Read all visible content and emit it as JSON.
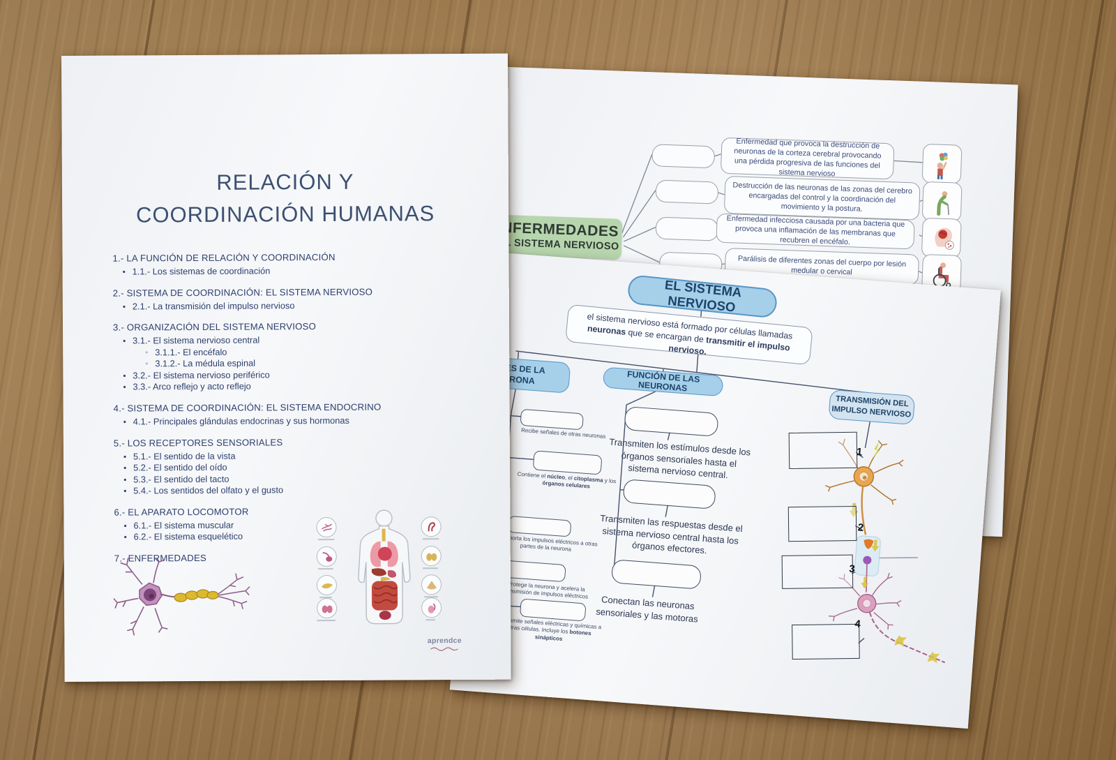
{
  "left_page": {
    "title_line1": "RELACIÓN Y",
    "title_line2": "COORDINACIÓN HUMANAS",
    "toc": [
      {
        "heading": "1.-  LA FUNCIÓN DE RELACIÓN Y COORDINACIÓN",
        "items": [
          "1.1.- Los sistemas de coordinación"
        ]
      },
      {
        "heading": "2.- SISTEMA DE COORDINACIÓN: EL SISTEMA NERVIOSO",
        "items": [
          "2.1.- La transmisión del impulso nervioso"
        ]
      },
      {
        "heading": "3.- ORGANIZACIÓN DEL SISTEMA NERVIOSO",
        "items": [
          "3.1.- El sistema nervioso central",
          "3.1.1.- El encéfalo",
          "3.1.2.- La médula espinal",
          "3.2.- El sistema nervioso periférico",
          "3.3.- Arco reflejo y acto reflejo"
        ]
      },
      {
        "heading": "4.- SISTEMA DE COORDINACIÓN: EL SISTEMA ENDOCRINO",
        "items": [
          "4.1.- Principales glándulas endocrinas y sus hormonas"
        ]
      },
      {
        "heading": "5.- LOS RECEPTORES SENSORIALES",
        "items": [
          "5.1.- El sentido de la vista",
          "5.2.- El sentido del oído",
          "5.3.- El sentido del tacto",
          "5.4.- Los sentidos del olfato y el gusto"
        ]
      },
      {
        "heading": "6.- EL APARATO LOCOMOTOR",
        "items": [
          "6.1.- El sistema muscular",
          "6.2.- El sistema esquelético"
        ]
      },
      {
        "heading": "7.-  ENFERMEDADES",
        "items": []
      }
    ],
    "logo_text": "aprendce"
  },
  "diseases_page": {
    "header_line1": "ENFERMEDADES",
    "header_line2": "DEL SISTEMA NERVIOSO",
    "rows": [
      {
        "icon": "alzheimer-person-icon",
        "text": "Enfermedad que provoca la destrucción de neuronas de la corteza cerebral provocando una pérdida progresiva de las funciones del sistema nervioso"
      },
      {
        "icon": "parkinson-person-icon",
        "text": "Destrucción de las neuronas de las zonas del cerebro encargadas del control y la coordinación del movimiento y la postura."
      },
      {
        "icon": "meningitis-head-icon",
        "text": "Enfermedad infecciosa causada por una bacteria que provoca una inflamación de las membranas que recubren el encéfalo."
      },
      {
        "icon": "wheelchair-person-icon",
        "text": "Parálisis de diferentes zonas del cuerpo por lesión medular o cervical"
      }
    ]
  },
  "nervous_system_page": {
    "title": "EL SISTEMA NERVIOSO",
    "intro": {
      "p1": "el sistema nervioso está formado por células llamadas ",
      "b1": "neuronas",
      "p2": " que se encargan de ",
      "b2": "transmitir el impulso nervioso."
    },
    "partes": {
      "label_line1": "PARTES DE LA",
      "label_line2": "NEURONA",
      "captions": [
        {
          "p1": "Recibe señales de otras neuronas"
        },
        {
          "p1": "Contiene el ",
          "b1": "núcleo",
          "p2": ", el ",
          "b2": "citoplasma",
          "p3": " y los ",
          "b3": "órganos celulares"
        },
        {
          "p1": "Transporta los impulsos eléctricos a otras partes de la neurona"
        },
        {
          "p1": "Protege la neurona y acelera la transmisión de impulsos eléctricos"
        },
        {
          "p1": "Transmite señales eléctricas y químicas a otras células. Incluye los ",
          "b1": "botones sinápticos"
        }
      ]
    },
    "funcion": {
      "label": "FUNCIÓN DE LAS NEURONAS",
      "items": [
        "Transmiten los estímulos desde los órganos sensoriales hasta el sistema nervioso central.",
        "Transmiten las respuestas desde el sistema nervioso central hasta los órganos efectores.",
        "Conectan las neuronas sensoriales y las motoras"
      ]
    },
    "transmision": {
      "label_line1": "TRANSMISIÓN DEL",
      "label_line2": "IMPULSO NERVIOSO",
      "steps": [
        "1",
        "2",
        "3",
        "4"
      ]
    }
  },
  "colors": {
    "pill_blue": "#a6cfea",
    "pill_border": "#5796c5",
    "green_header": "#b7d6ae",
    "toc_text": "#2c3f6d",
    "desc_text": "#3c4c7c"
  }
}
